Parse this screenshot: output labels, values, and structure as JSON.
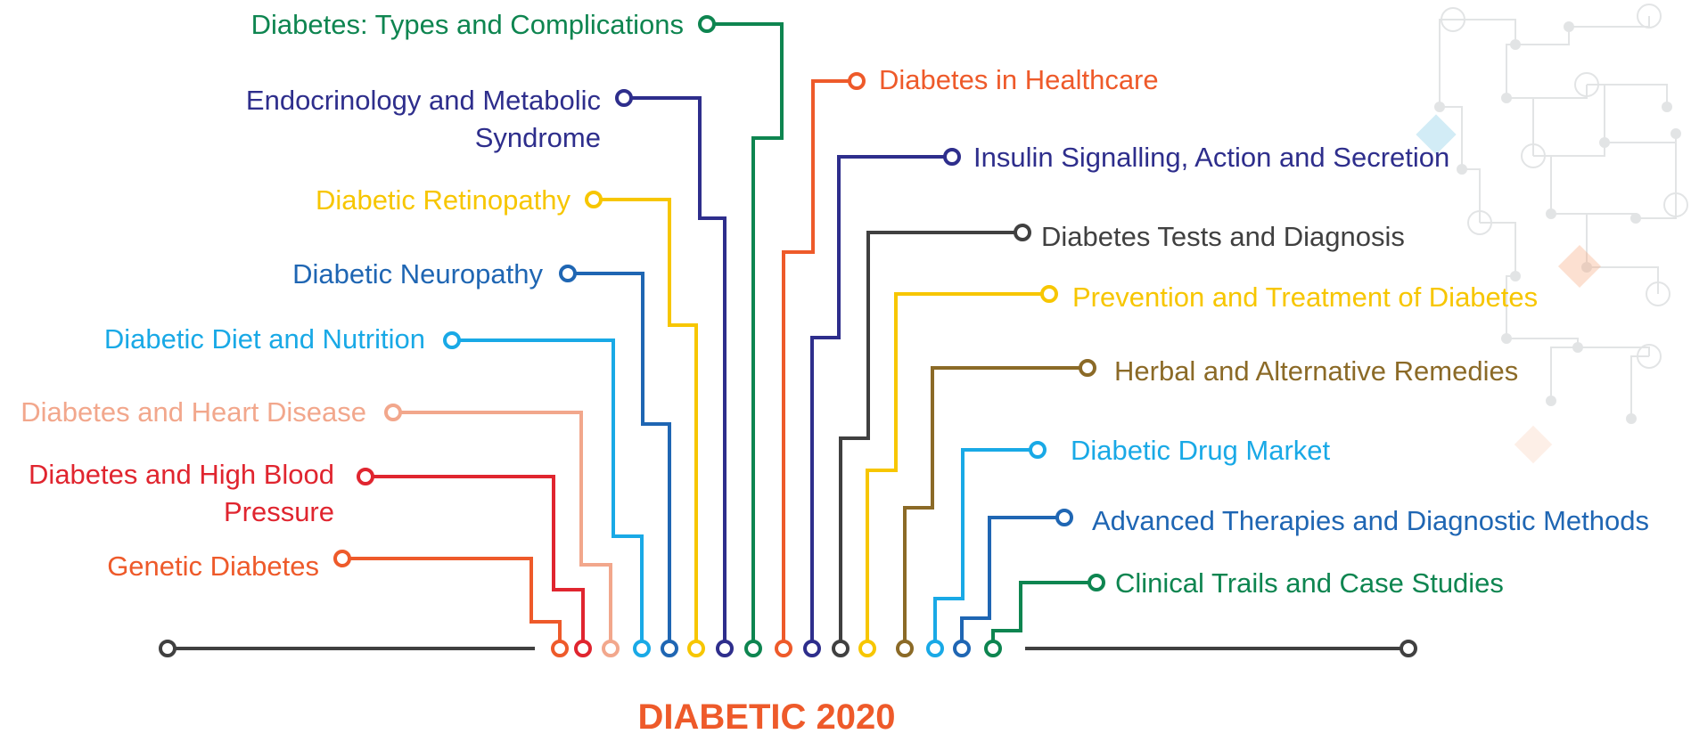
{
  "title": "DIABETIC 2020",
  "colors": {
    "title": "#ee5a2a",
    "baseline": "#404040"
  },
  "topics": [
    {
      "key": "types",
      "lines": [
        "Diabetes: Types and Complications"
      ],
      "color": "#0e8550"
    },
    {
      "key": "endocrinology",
      "lines": [
        "Endocrinology and Metabolic",
        "Syndrome"
      ],
      "color": "#2e2e8c"
    },
    {
      "key": "retinopathy",
      "lines": [
        "Diabetic Retinopathy"
      ],
      "color": "#f7c600"
    },
    {
      "key": "neuropathy",
      "lines": [
        "Diabetic Neuropathy"
      ],
      "color": "#1f66b3"
    },
    {
      "key": "diet",
      "lines": [
        "Diabetic Diet and Nutrition"
      ],
      "color": "#19a9e6"
    },
    {
      "key": "heart",
      "lines": [
        "Diabetes and Heart Disease"
      ],
      "color": "#f2a78c"
    },
    {
      "key": "blood-pressure",
      "lines": [
        "Diabetes and High Blood",
        "Pressure"
      ],
      "color": "#e0252f"
    },
    {
      "key": "genetic",
      "lines": [
        "Genetic Diabetes"
      ],
      "color": "#ee5a2a"
    },
    {
      "key": "healthcare",
      "lines": [
        "Diabetes in Healthcare"
      ],
      "color": "#ee5a2a"
    },
    {
      "key": "insulin",
      "lines": [
        "Insulin Signalling, Action and Secretion"
      ],
      "color": "#2e2e8c"
    },
    {
      "key": "tests",
      "lines": [
        "Diabetes Tests and Diagnosis"
      ],
      "color": "#404040"
    },
    {
      "key": "prevention",
      "lines": [
        "Prevention and Treatment of Diabetes"
      ],
      "color": "#f7c600"
    },
    {
      "key": "herbal",
      "lines": [
        "Herbal and Alternative Remedies"
      ],
      "color": "#8b6a27"
    },
    {
      "key": "drug-market",
      "lines": [
        "Diabetic Drug Market"
      ],
      "color": "#19a9e6"
    },
    {
      "key": "therapies",
      "lines": [
        "Advanced Therapies and Diagnostic Methods"
      ],
      "color": "#1f66b3"
    },
    {
      "key": "trials",
      "lines": [
        "Clinical Trails and Case Studies"
      ],
      "color": "#0e8550"
    }
  ]
}
